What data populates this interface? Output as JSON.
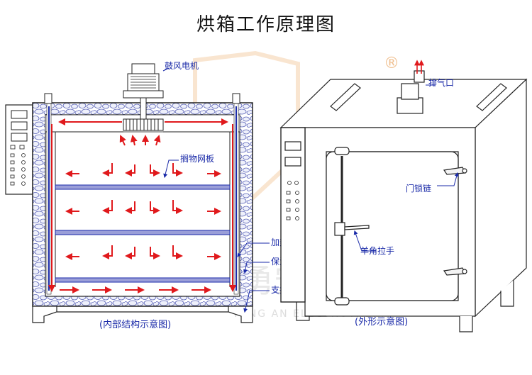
{
  "title": "烘箱工作原理图",
  "labels": {
    "blower_motor": "鼓风电机",
    "shelf": "搁物网板",
    "heater": "加热器",
    "insulation": "保温层",
    "support_leg": "支撑脚",
    "exhaust": "排气口",
    "door_latch": "门锁链",
    "handle": "羊角拉手"
  },
  "captions": {
    "internal": "(内部结构示意图)",
    "external": "(外形示意图)"
  },
  "watermark": {
    "registered": "®",
    "cn": "勇安电热",
    "en": "YONG AN ELECTROTHERM"
  },
  "colors": {
    "airflow": "#e0191c",
    "heater": "#1a2aa8",
    "label": "#1a2aa8",
    "shelf_fill": "#9a9ed8"
  }
}
